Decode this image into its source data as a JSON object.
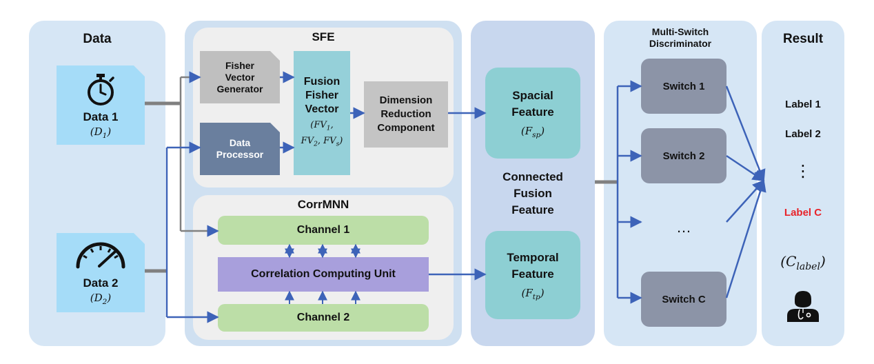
{
  "columns": {
    "data": {
      "title": "Data"
    },
    "sfe": {
      "title": "SFE"
    },
    "corrmnn": {
      "title": "CorrMNN"
    },
    "feature": {
      "title": "Connected Fusion Feature"
    },
    "switch": {
      "title": "Multi-Switch Discriminator"
    },
    "result": {
      "title": "Result"
    }
  },
  "inputs": [
    {
      "label": "Data 1",
      "symbol_base": "D",
      "symbol_sub": "1",
      "icon": "stopwatch-icon"
    },
    {
      "label": "Data 2",
      "symbol_base": "D",
      "symbol_sub": "2",
      "icon": "speedometer-icon"
    }
  ],
  "sfe": {
    "fisher_generator": "Fisher Vector Generator",
    "data_processor": "Data Processor",
    "fusion": {
      "title": "Fusion Fisher Vector",
      "formula_line1": "(FV",
      "formula_sub1": "1",
      "formula_line2a": "FV",
      "formula_sub2": "2",
      "formula_line2b": ", FV",
      "formula_sub3": "s",
      "formula_end": ")"
    },
    "dimension_reduction": "Dimension Reduction Component"
  },
  "corrmnn": {
    "channel1": "Channel 1",
    "correlation_unit": "Correlation Computing Unit",
    "channel2": "Channel 2"
  },
  "features": {
    "spacial": {
      "label": "Spacial Feature",
      "symbol_base": "F",
      "symbol_sub": "sp"
    },
    "temporal": {
      "label": "Temporal Feature",
      "symbol_base": "F",
      "symbol_sub": "tp"
    }
  },
  "switches": [
    "Switch 1",
    "Switch 2",
    "…",
    "Switch C"
  ],
  "results": {
    "labels": [
      "Label 1",
      "Label 2",
      "⋮",
      "Label C"
    ],
    "highlight_color": "#e8232a",
    "class_symbol_base": "C",
    "class_symbol_sub": "label",
    "icon": "doctor-icon"
  },
  "colors": {
    "arrow": "#3d63b8",
    "connector": "#808080"
  }
}
